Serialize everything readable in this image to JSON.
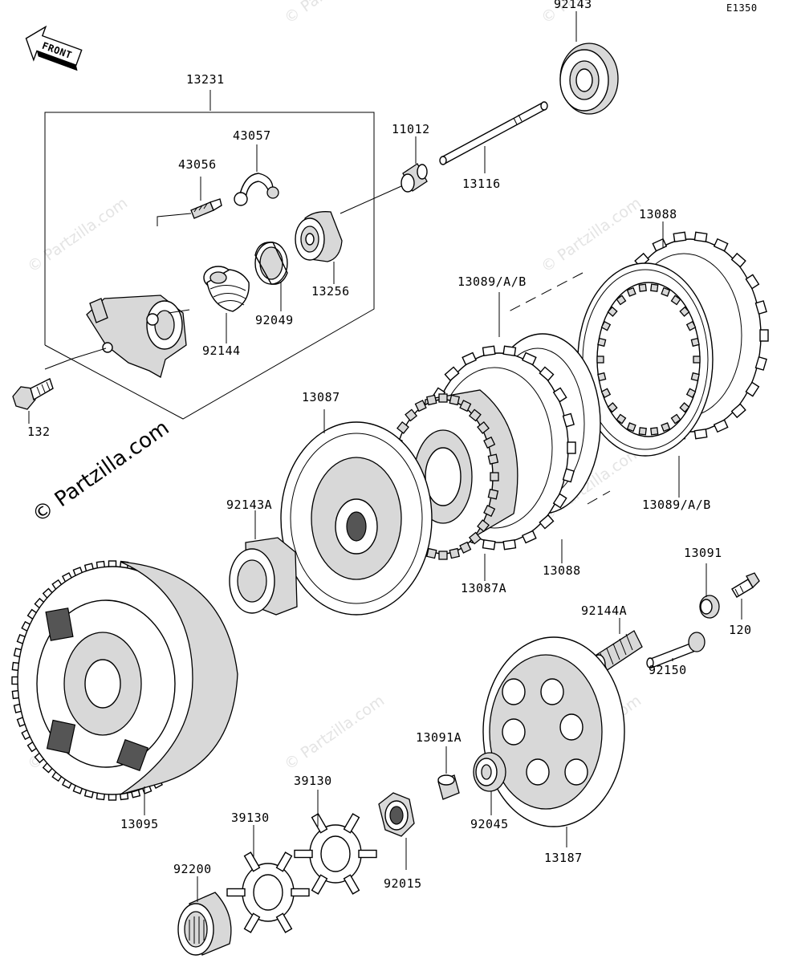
{
  "diagram_code": "E1350",
  "front_arrow_text": "FRONT",
  "copyright": "© Partzilla.com",
  "watermark": "© Partzilla.com",
  "parts": [
    {
      "id": "p92143",
      "label": "92143"
    },
    {
      "id": "p13231",
      "label": "13231"
    },
    {
      "id": "p43057",
      "label": "43057"
    },
    {
      "id": "p11012",
      "label": "11012"
    },
    {
      "id": "p43056",
      "label": "43056"
    },
    {
      "id": "p13116",
      "label": "13116"
    },
    {
      "id": "p13088a",
      "label": "13088"
    },
    {
      "id": "p13256",
      "label": "13256"
    },
    {
      "id": "p13089a",
      "label": "13089/A/B"
    },
    {
      "id": "p92049",
      "label": "92049"
    },
    {
      "id": "p92144",
      "label": "92144"
    },
    {
      "id": "p13087",
      "label": "13087"
    },
    {
      "id": "p132",
      "label": "132"
    },
    {
      "id": "p92143a",
      "label": "92143A"
    },
    {
      "id": "p13089b",
      "label": "13089/A/B"
    },
    {
      "id": "p13088b",
      "label": "13088"
    },
    {
      "id": "p13087a",
      "label": "13087A"
    },
    {
      "id": "p13091",
      "label": "13091"
    },
    {
      "id": "p92144a",
      "label": "92144A"
    },
    {
      "id": "p120",
      "label": "120"
    },
    {
      "id": "p92150",
      "label": "92150"
    },
    {
      "id": "p13091a",
      "label": "13091A"
    },
    {
      "id": "p39130a",
      "label": "39130"
    },
    {
      "id": "p39130b",
      "label": "39130"
    },
    {
      "id": "p92045",
      "label": "92045"
    },
    {
      "id": "p13095",
      "label": "13095"
    },
    {
      "id": "p92200",
      "label": "92200"
    },
    {
      "id": "p92015",
      "label": "92015"
    },
    {
      "id": "p13187",
      "label": "13187"
    }
  ]
}
